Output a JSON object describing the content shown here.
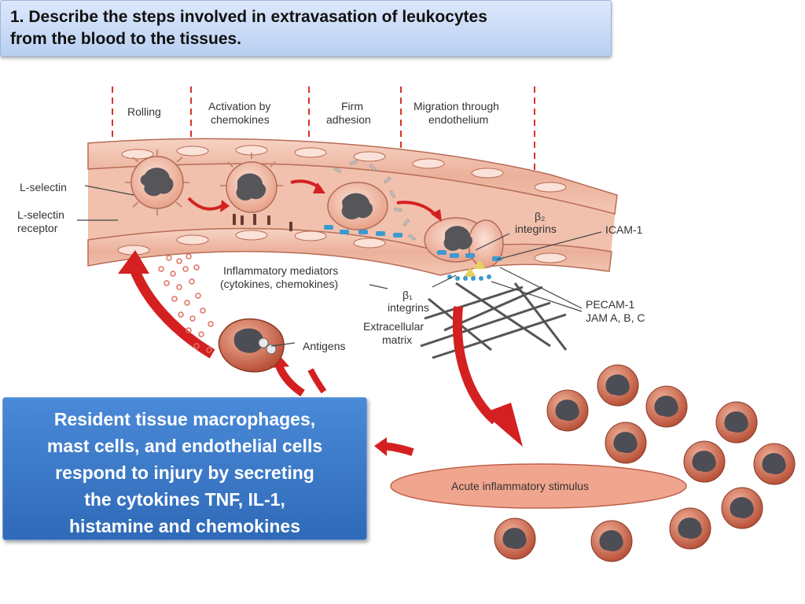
{
  "title": {
    "line1": "1. Describe the steps involved in extravasation of leukocytes",
    "line2": "from the blood to the tissues."
  },
  "stages": {
    "rolling": "Rolling",
    "activation_1": "Activation by",
    "activation_2": "chemokines",
    "firm_1": "Firm",
    "firm_2": "adhesion",
    "migration_1": "Migration through",
    "migration_2": "endothelium"
  },
  "labels": {
    "l_selectin": "L-selectin",
    "l_selectin_receptor_1": "L-selectin",
    "l_selectin_receptor_2": "receptor",
    "beta2_1": "β₂",
    "beta2_2": "integrins",
    "icam": "ICAM-1",
    "mediators_1": "Inflammatory mediators",
    "mediators_2": "(cytokines, chemokines)",
    "beta1_1": "β₁",
    "beta1_2": "integrins",
    "ecm_1": "Extracellular",
    "ecm_2": "matrix",
    "pecam_1": "PECAM-1",
    "pecam_2": "JAM A, B, C",
    "antigens": "Antigens",
    "stimulus": "Acute inflammatory stimulus"
  },
  "callout": {
    "line1": "Resident tissue macrophages,",
    "line2": "mast cells, and endothelial cells",
    "line3": "respond to injury by secreting",
    "line4": "the cytokines TNF, IL-1,",
    "line5": "histamine and chemokines"
  },
  "colors": {
    "arrow": "#d42020",
    "vessel": "#eeb7a2",
    "callout": "#3a78c8",
    "title_bg": "#c8daf6"
  }
}
